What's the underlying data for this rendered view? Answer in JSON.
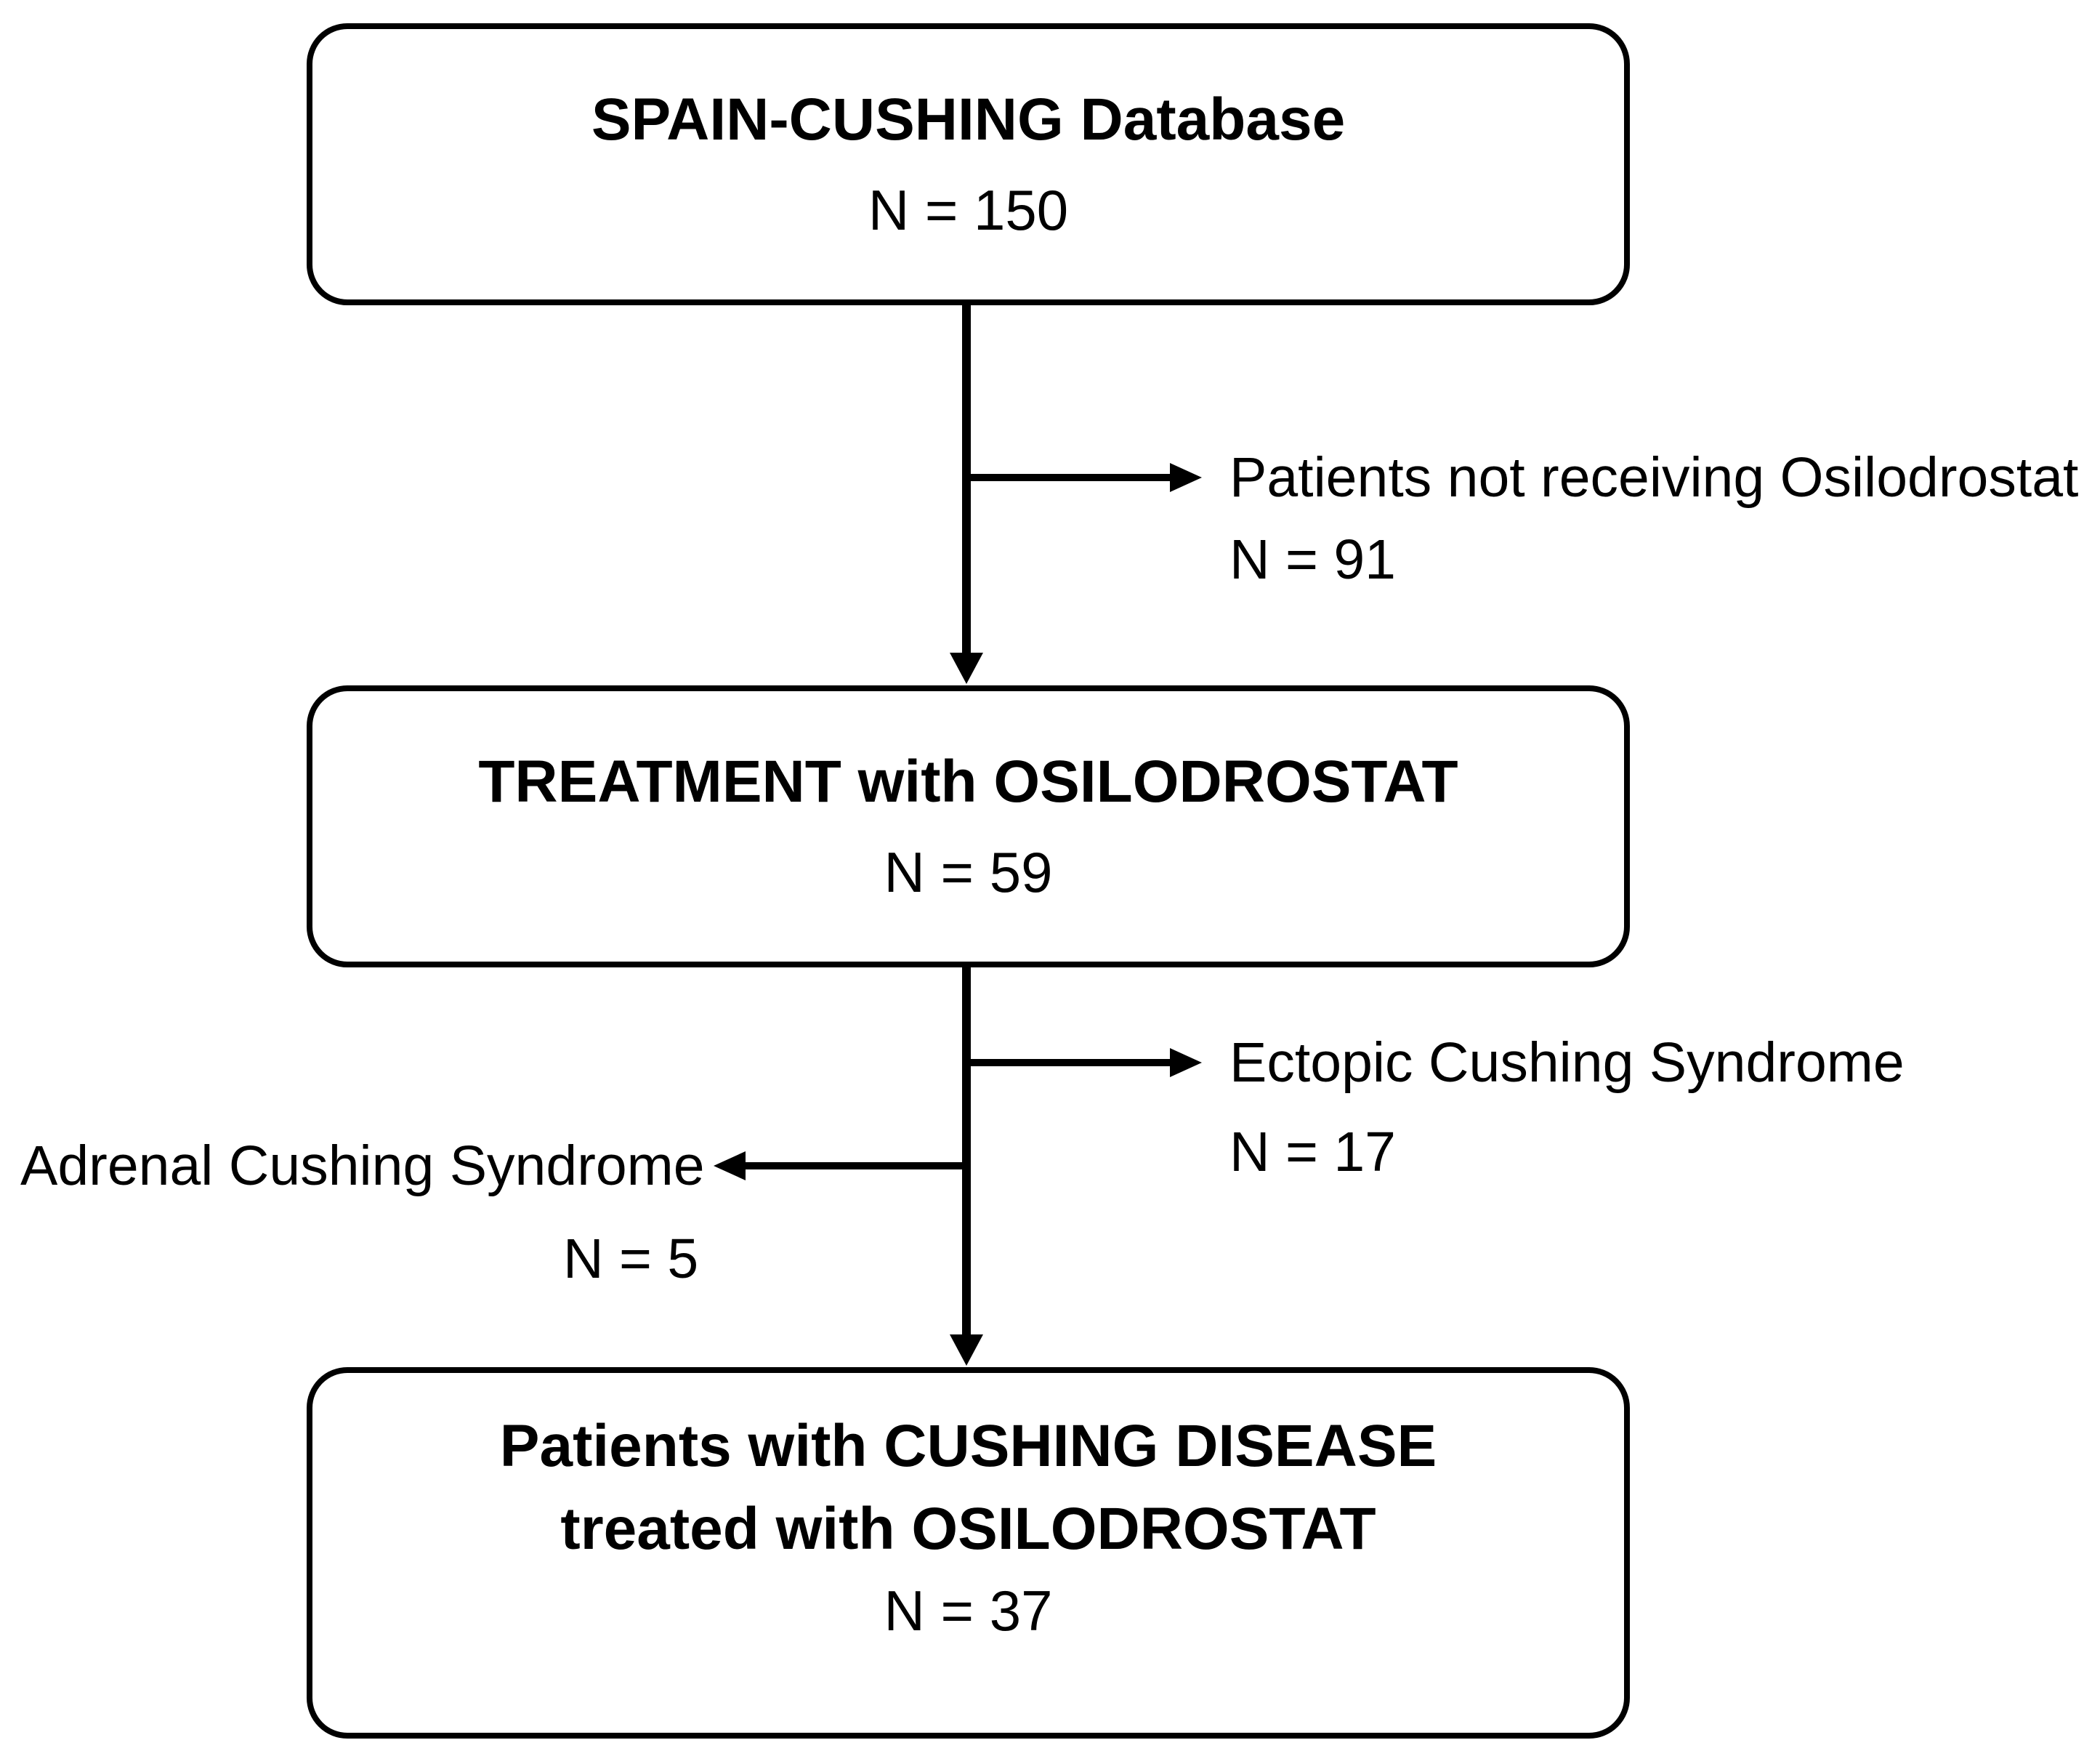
{
  "figure": {
    "type": "patient-flow-diagram",
    "background_color": "#ffffff",
    "line_color": "#000000",
    "text_color": "#000000"
  },
  "boxes": {
    "database": {
      "title": "SPAIN-CUSHING Database",
      "count": "N = 150"
    },
    "treatment": {
      "title": "TREATMENT with OSILODROSTAT",
      "count": "N = 59"
    },
    "cushing_disease": {
      "title_line_1": "Patients with CUSHING DISEASE",
      "title_line_2": "treated with OSILODROSTAT",
      "count": "N = 37"
    }
  },
  "exclusions": {
    "not_receiving_osilodrostat": {
      "label": "Patients not receiving Osilodrostat",
      "count": "N = 91",
      "direction": "right"
    },
    "ectopic": {
      "label": "Ectopic Cushing Syndrome",
      "count": "N = 17",
      "direction": "right"
    },
    "adrenal": {
      "label": "Adrenal Cushing Syndrome",
      "count": "N = 5",
      "direction": "left"
    }
  }
}
